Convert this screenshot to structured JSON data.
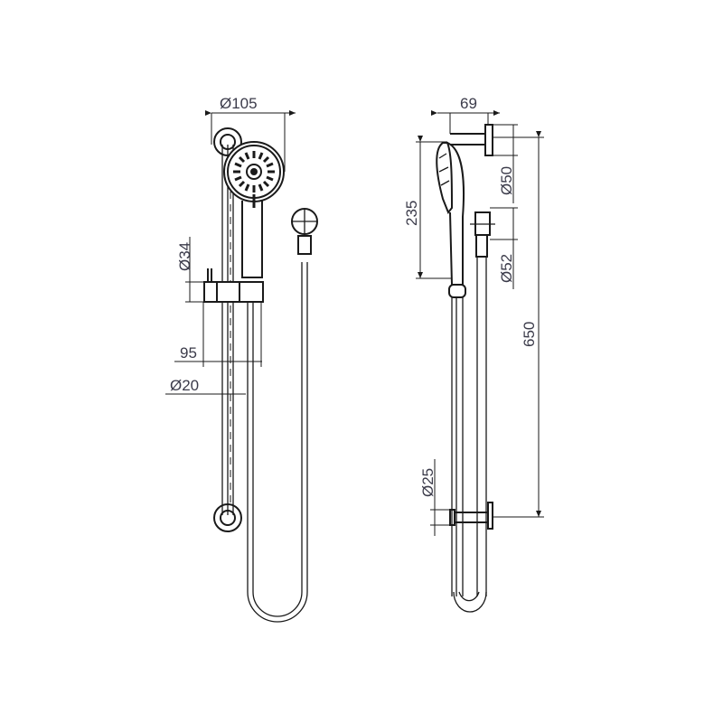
{
  "diagram": {
    "type": "technical-drawing",
    "subject": "shower rail set with hand shower",
    "line_color": "#1a1a1a",
    "label_color": "#3b3b4a",
    "views": [
      {
        "name": "front-view",
        "dimensions": {
          "head_diameter": "Ø105",
          "slider_height": "Ø34",
          "slider_projection": "95",
          "rail_diameter": "Ø20"
        }
      },
      {
        "name": "side-view",
        "dimensions": {
          "projection": "69",
          "bracket_diameter": "Ø50",
          "handset_length": "235",
          "outlet_diameter": "Ø52",
          "rail_length": "650",
          "bottom_bracket_diameter": "Ø25"
        }
      }
    ]
  },
  "labels": {
    "d105": "Ø105",
    "d34": "Ø34",
    "d95": "95",
    "d20": "Ø20",
    "d69": "69",
    "d50": "Ø50",
    "d235": "235",
    "d52": "Ø52",
    "d650": "650",
    "d25": "Ø25"
  }
}
